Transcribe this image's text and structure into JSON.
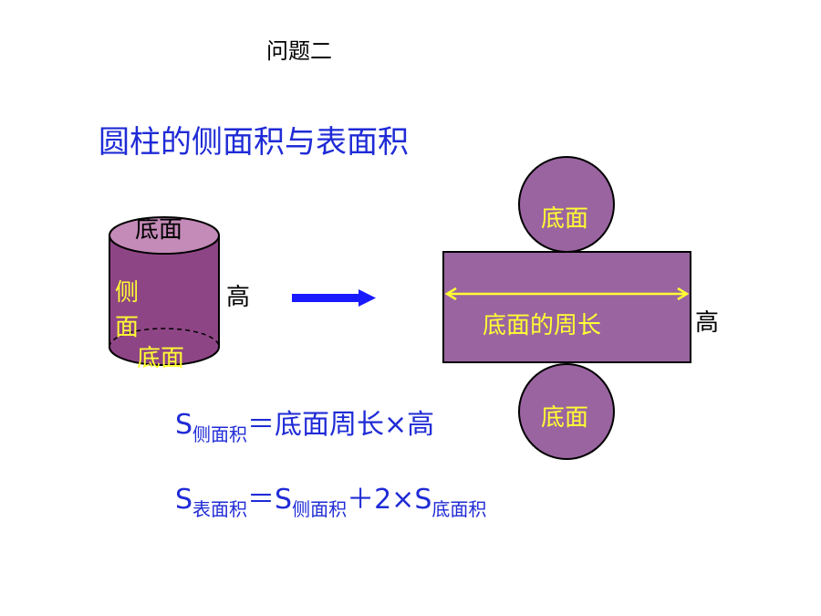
{
  "heading": "问题二",
  "title": "圆柱的侧面积与表面积",
  "cylinder": {
    "top_label": "底面",
    "side_label_1": "侧",
    "side_label_2": "面",
    "bottom_label": "底面",
    "height_label": "高"
  },
  "net": {
    "top_circle_label": "底面",
    "bottom_circle_label": "底面",
    "rect_label": "底面的周长",
    "height_label": "高"
  },
  "formula1": {
    "s": "S",
    "sub": "侧面积",
    "rest": "＝底面周长×高"
  },
  "formula2": {
    "s1": "S",
    "sub1": "表面积",
    "eq": "＝S",
    "sub2": "侧面积",
    "plus": "＋2×S",
    "sub3": "底面积"
  },
  "colors": {
    "cylinder_side": "#8e4585",
    "cylinder_top": "#c48ab8",
    "net_fill": "#9a64a0",
    "label_yellow": "#ffff33",
    "formula_blue": "#1f2bd6",
    "arrow_blue": "#1a1aff"
  }
}
